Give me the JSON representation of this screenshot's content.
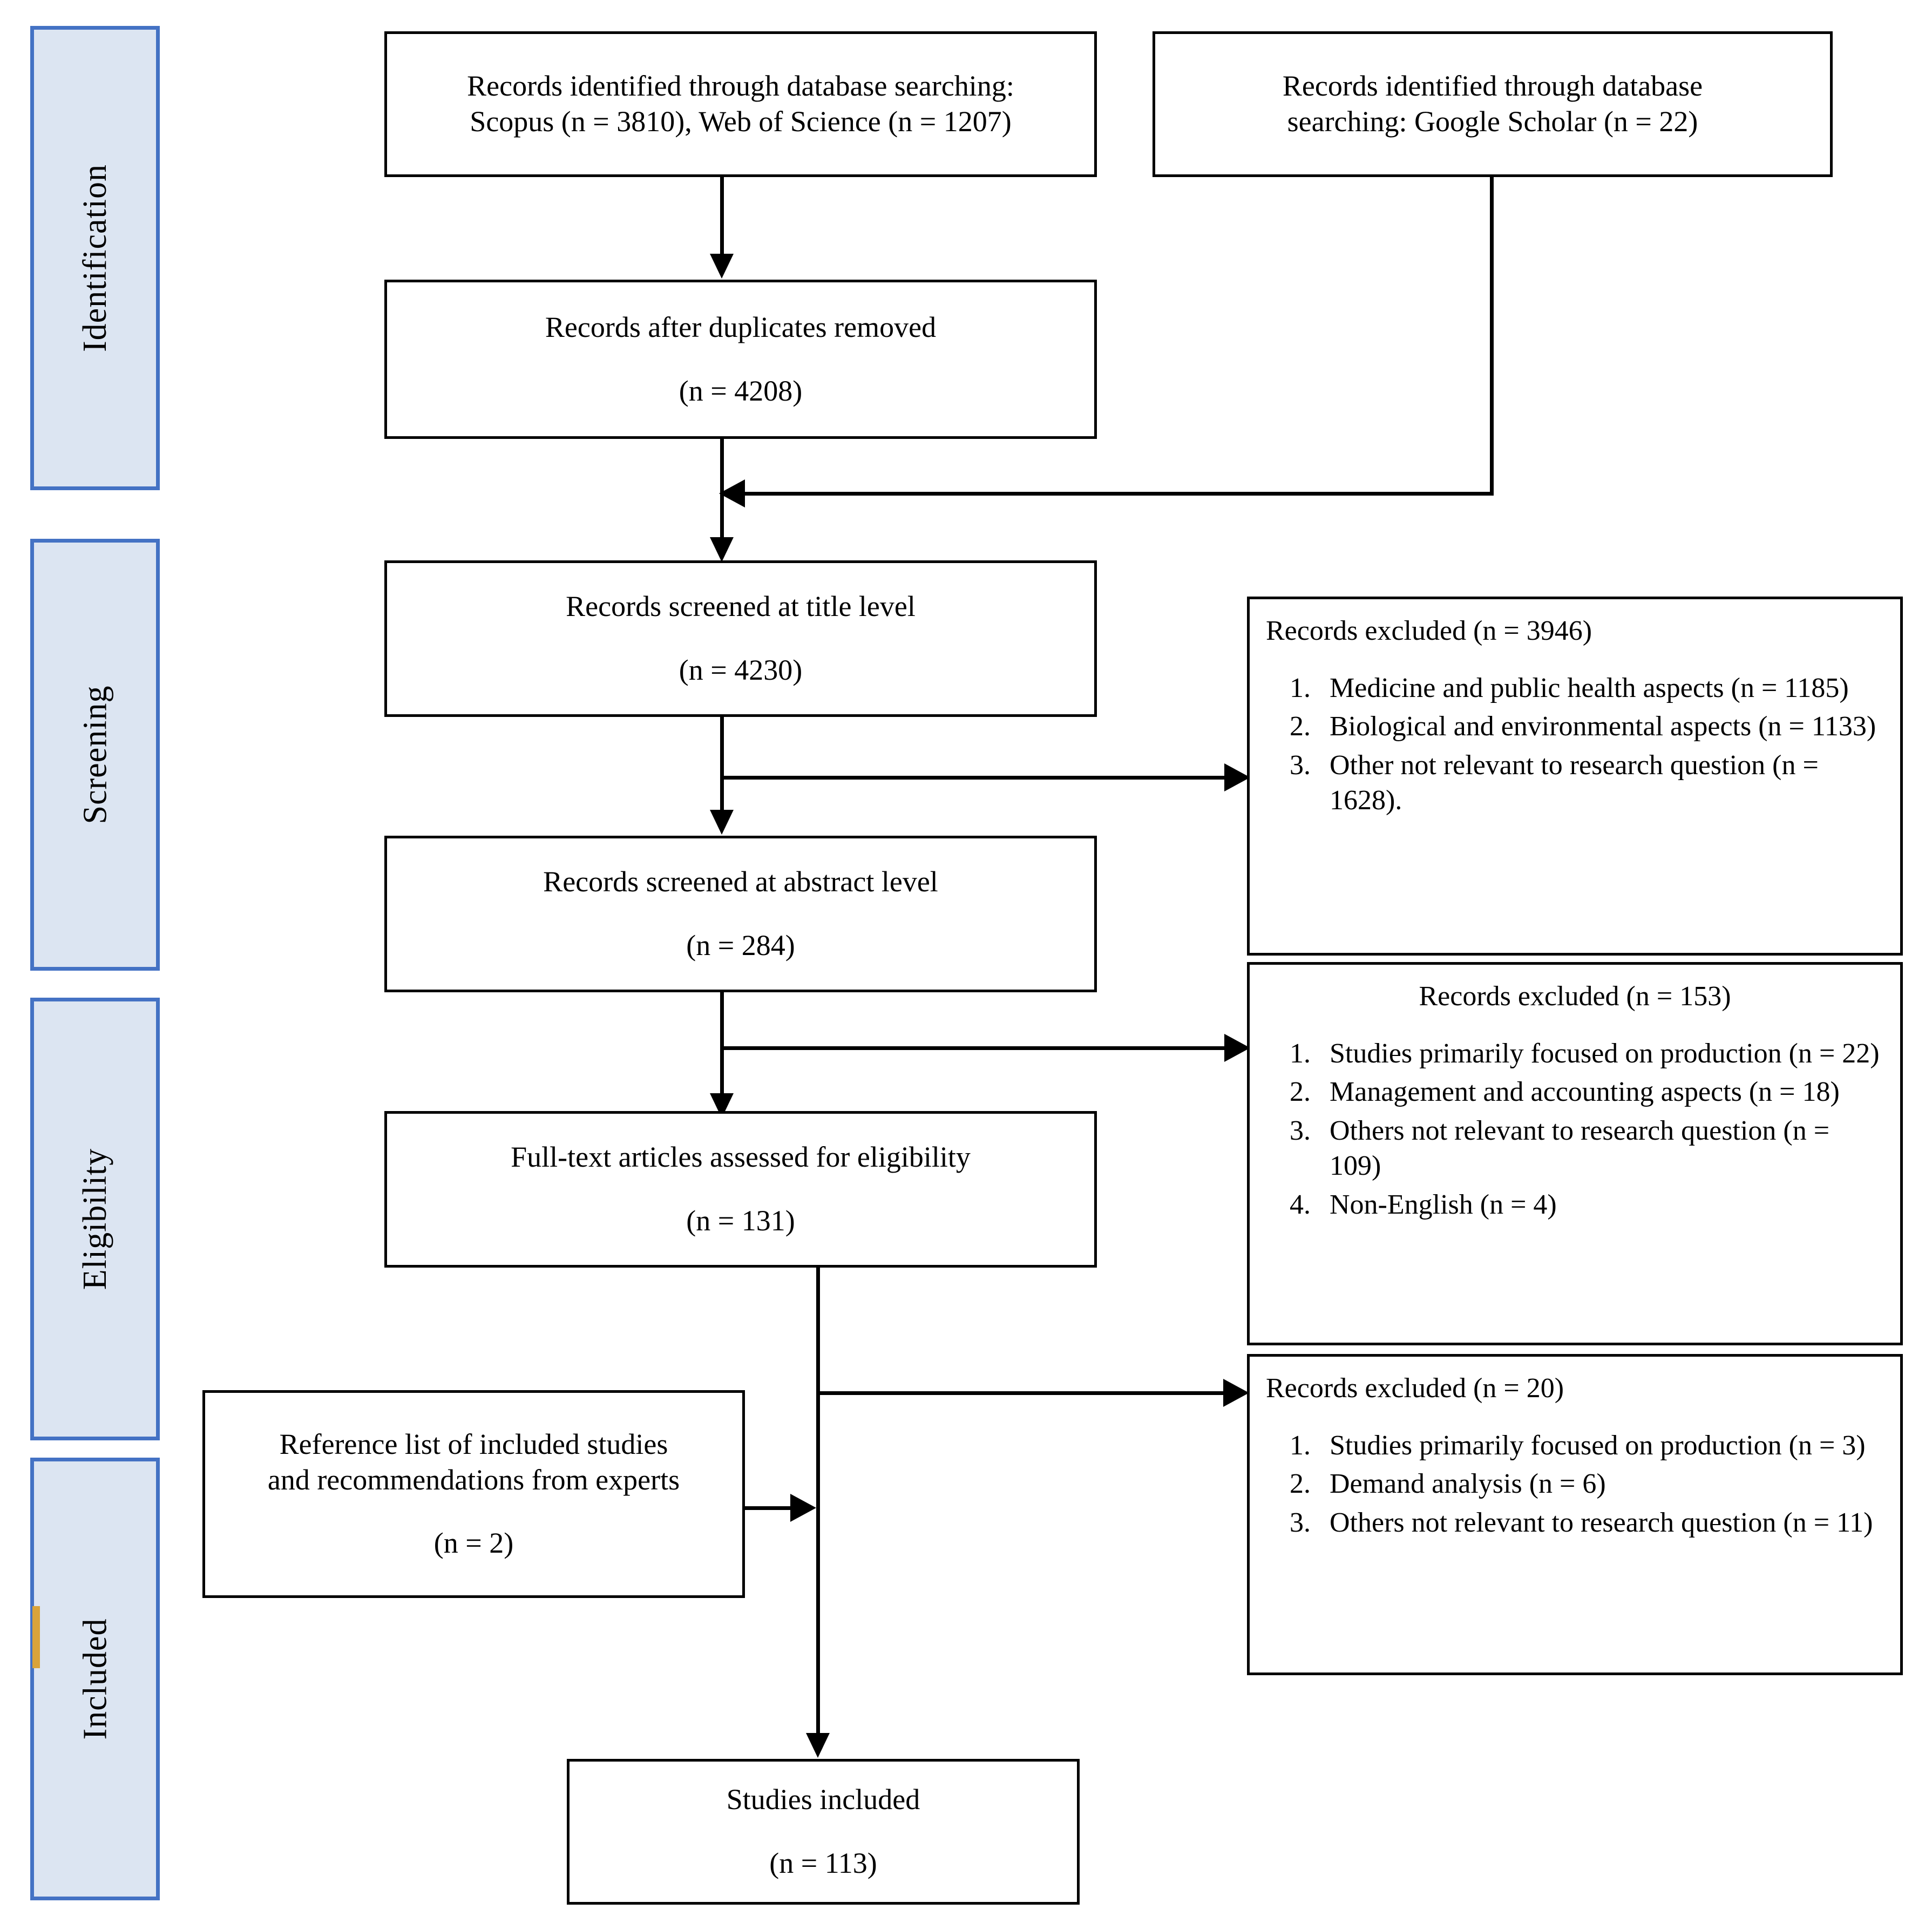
{
  "diagram": {
    "title": "PRISMA study selection flow diagram",
    "accent_color": "#4472c4",
    "stage_fill": "#dce5f2",
    "marker_color": "#d9a33a"
  },
  "stages": [
    {
      "label": "Identification"
    },
    {
      "label": "Screening"
    },
    {
      "label": "Eligibility"
    },
    {
      "label": "Included"
    }
  ],
  "boxes": {
    "db_search": {
      "line1": "Records identified through database searching:",
      "line2": "Scopus (n = 3810), Web of Science (n = 1207)"
    },
    "scholar_search": {
      "line1": "Records identified through database",
      "line2": "searching: Google Scholar (n = 22)"
    },
    "duplicates_removed": {
      "line1": "Records after duplicates removed",
      "line2": "(n = 4208)"
    },
    "title_screened": {
      "line1": "Records screened at title level",
      "line2": "(n = 4230)"
    },
    "abstract_screened": {
      "line1": "Records screened at abstract level",
      "line2": "(n = 284)"
    },
    "fulltext_assessed": {
      "line1": "Full-text articles assessed for eligibility",
      "line2": "(n = 131)"
    },
    "reference_list": {
      "line1": "Reference list of included studies",
      "line2": "and recommendations from experts",
      "line3": "(n = 2)"
    },
    "studies_included": {
      "line1": "Studies included",
      "line2": "(n = 113)"
    }
  },
  "exclusions": [
    {
      "title": "Records excluded (n = 3946)",
      "title_align": "left",
      "reasons": [
        "Medicine and public health aspects (n = 1185)",
        "Biological and environmental aspects (n = 1133)",
        "Other not relevant to research question (n = 1628)."
      ]
    },
    {
      "title": "Records excluded (n = 153)",
      "title_align": "center",
      "reasons": [
        "Studies primarily focused on production (n = 22)",
        "Management and accounting aspects (n = 18)",
        "Others not relevant to research question (n = 109)",
        "Non-English (n = 4)"
      ]
    },
    {
      "title": "Records excluded (n = 20)",
      "title_align": "left",
      "reasons": [
        "Studies primarily focused on production (n = 3)",
        "Demand analysis (n = 6)",
        "Others not relevant to research question (n = 11)"
      ]
    }
  ],
  "flow_data": {
    "type": "flowchart",
    "identified_scopus": 3810,
    "identified_wos": 1207,
    "identified_google_scholar": 22,
    "after_duplicates_removed": 4208,
    "screened_title": 4230,
    "excluded_title": 3946,
    "screened_abstract": 284,
    "excluded_abstract": 153,
    "fulltext_assessed": 131,
    "excluded_fulltext": 20,
    "from_reference_lists": 2,
    "studies_included": 113
  }
}
